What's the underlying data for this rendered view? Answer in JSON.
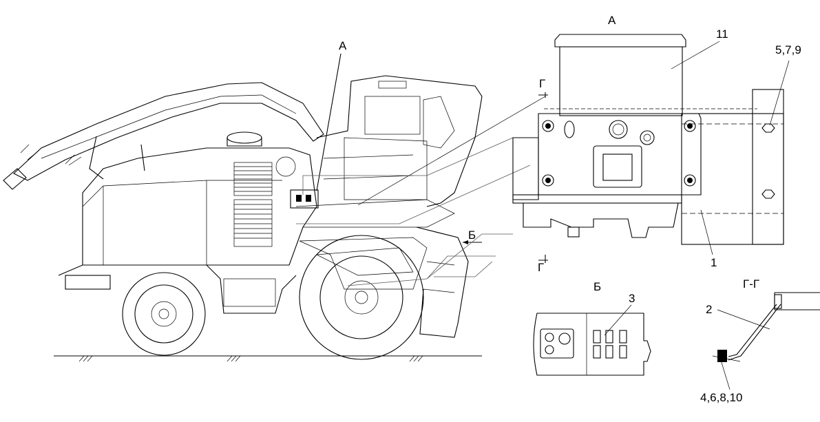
{
  "labels": {
    "view_a_title": "А",
    "machine_callout_a": "А",
    "section_g_top": "Г",
    "section_g_bottom": "Г",
    "view_b_arrow": "Б",
    "view_b_title": "Б",
    "section_gg_title": "Г-Г",
    "callout_11": "11",
    "callout_579": "5,7,9",
    "callout_1": "1",
    "callout_3": "3",
    "callout_2": "2",
    "callout_46810": "4,6,8,10"
  }
}
